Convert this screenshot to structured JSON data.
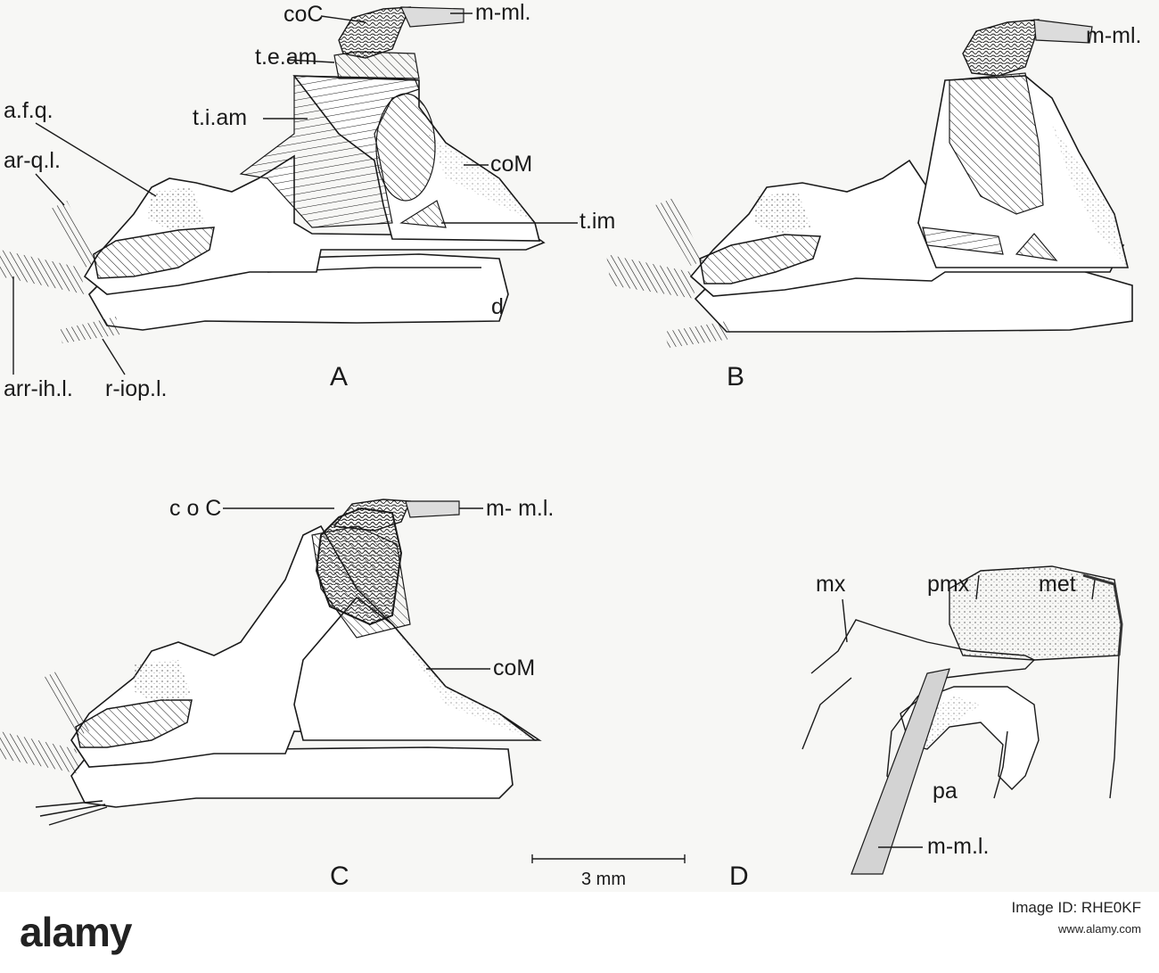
{
  "figure": {
    "panels": [
      "A",
      "B",
      "C",
      "D"
    ],
    "labels": {
      "coC": "coC",
      "mml": "m-ml.",
      "team": "t.e.am",
      "tiam": "t.i.am",
      "afq": "a.f.q.",
      "arql": "ar-q.l.",
      "coM": "coM",
      "tim": "t.im",
      "d": "d",
      "arrihl": "arr-ih.l.",
      "riopl": "r-iop.l.",
      "coC_c": "c o C",
      "mml_c": "m- m.l.",
      "mml_d": "m-m.l.",
      "mx": "mx",
      "pmx": "pmx",
      "met": "met",
      "pa": "pa"
    },
    "scale_bar": "3 mm"
  },
  "watermark": {
    "logo": "alamy",
    "line1": "Image ID: RHE0KF",
    "line2": "www.alamy.com"
  },
  "colors": {
    "ink": "#1a1a1a",
    "paper": "#f7f7f5",
    "dark_fill": "#4a4a4a",
    "stipple": "#bdbdbd"
  }
}
